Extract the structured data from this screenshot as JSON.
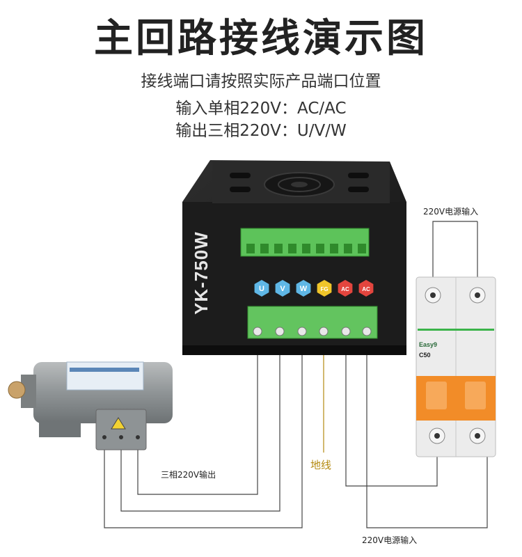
{
  "title": "主回路接线演示图",
  "subtitle": {
    "line1": "接线端口请按照实际产品端口位置",
    "line2": "输入单相220V：AC/AC",
    "line3": "输出三相220V：U/V/W"
  },
  "controller": {
    "model": "YK-750W",
    "terminal_labels": [
      "U",
      "V",
      "W",
      "FG",
      "AC",
      "AC"
    ],
    "terminal_colors": [
      "#5fb7e6",
      "#5fb7e6",
      "#5fb7e6",
      "#f0c52a",
      "#e3453e",
      "#e3453e"
    ]
  },
  "breaker": {
    "brand": "Easy9",
    "rating": "C50"
  },
  "labels": {
    "power_in_top": "220V电源输入",
    "three_phase_out": "三相220V输出",
    "ground": "地线",
    "power_in_bottom": "220V电源输入"
  }
}
